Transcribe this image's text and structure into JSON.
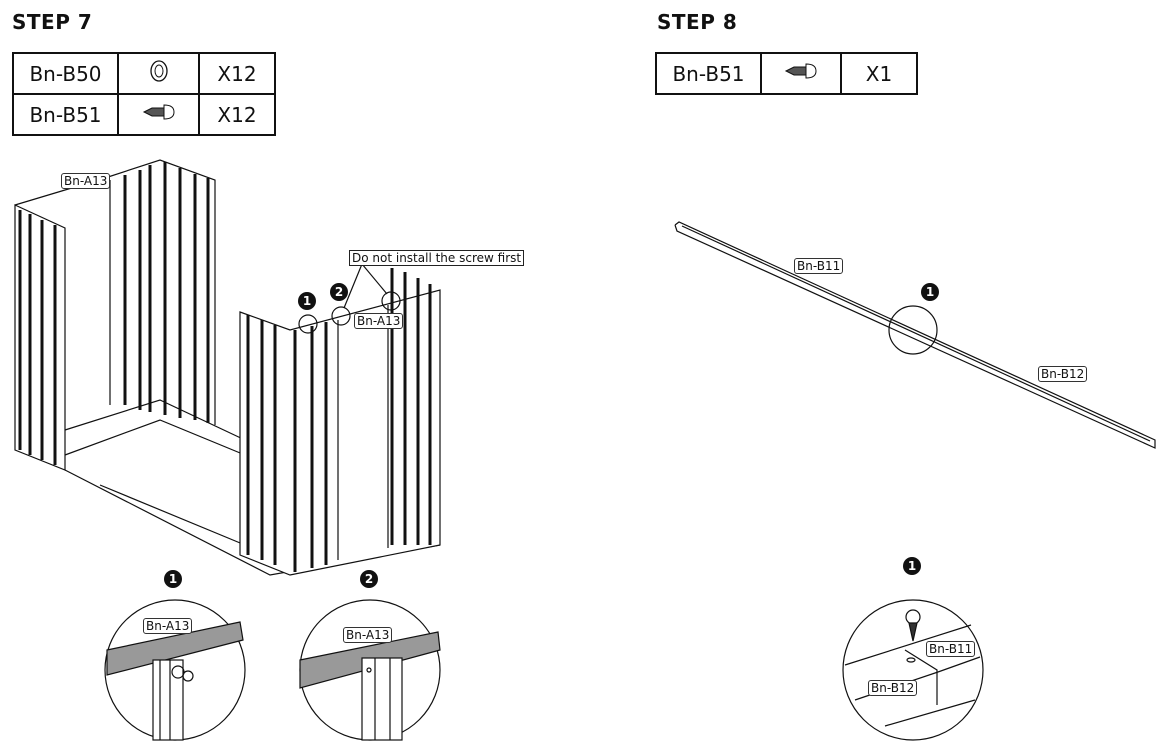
{
  "step7": {
    "title": "STEP 7",
    "parts": [
      {
        "code": "Bn-B50",
        "icon": "washer-icon",
        "qty": "X12"
      },
      {
        "code": "Bn-B51",
        "icon": "screw-icon",
        "qty": "X12"
      }
    ],
    "labels": {
      "a13_left": "Bn-A13",
      "a13_right": "Bn-A13",
      "note": "Do not install the screw first"
    },
    "markers": [
      "1",
      "2"
    ],
    "details": [
      {
        "marker": "1",
        "label": "Bn-A13"
      },
      {
        "marker": "2",
        "label": "Bn-A13"
      }
    ]
  },
  "step8": {
    "title": "STEP 8",
    "parts": [
      {
        "code": "Bn-B51",
        "icon": "screw-icon",
        "qty": "X1"
      }
    ],
    "labels": {
      "b11": "Bn-B11",
      "b12": "Bn-B12"
    },
    "marker": "1",
    "detail": {
      "marker": "1",
      "label_b11": "Bn-B11",
      "label_b12": "Bn-B12"
    }
  }
}
